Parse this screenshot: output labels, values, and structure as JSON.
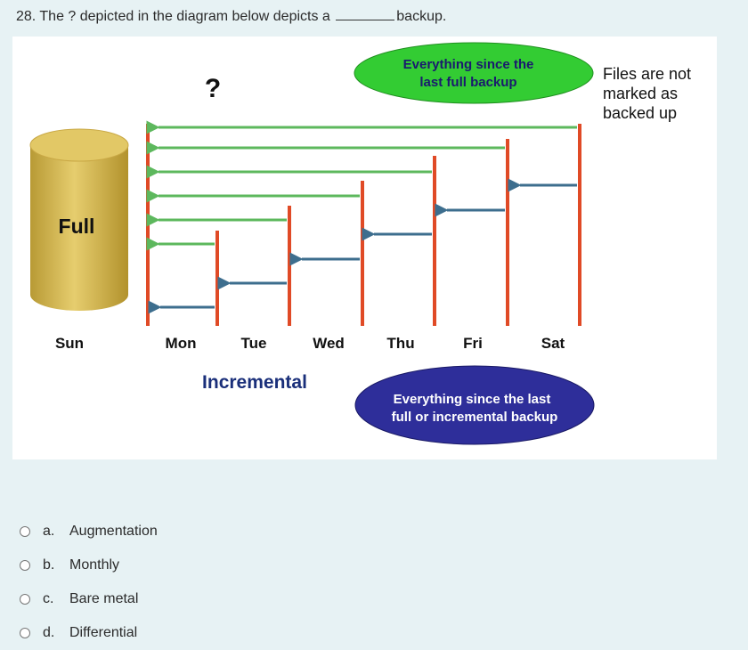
{
  "question": {
    "prefix": "28. The ? depicted in the diagram below depicts a",
    "suffix": "backup."
  },
  "diagram": {
    "question_mark": "?",
    "full_label": "Full",
    "incremental_label": "Incremental",
    "top_ellipse": {
      "line1": "Everything since the",
      "line2": "last full backup",
      "color": "#33cc33"
    },
    "bottom_ellipse": {
      "line1": "Everything since the last",
      "line2": "full or incremental backup",
      "color": "#2e2e9a"
    },
    "note": "Files are not marked as backed up",
    "days": [
      "Sun",
      "Mon",
      "Tue",
      "Wed",
      "Thu",
      "Fri",
      "Sat"
    ],
    "colors": {
      "bar": "#e04a26",
      "green_arrow": "#5db85d",
      "blue_arrow": "#3d6e8e",
      "cylinder": "#d9bb52"
    }
  },
  "options": [
    {
      "letter": "a.",
      "text": "Augmentation"
    },
    {
      "letter": "b.",
      "text": "Monthly"
    },
    {
      "letter": "c.",
      "text": "Bare metal"
    },
    {
      "letter": "d.",
      "text": "Differential"
    }
  ]
}
